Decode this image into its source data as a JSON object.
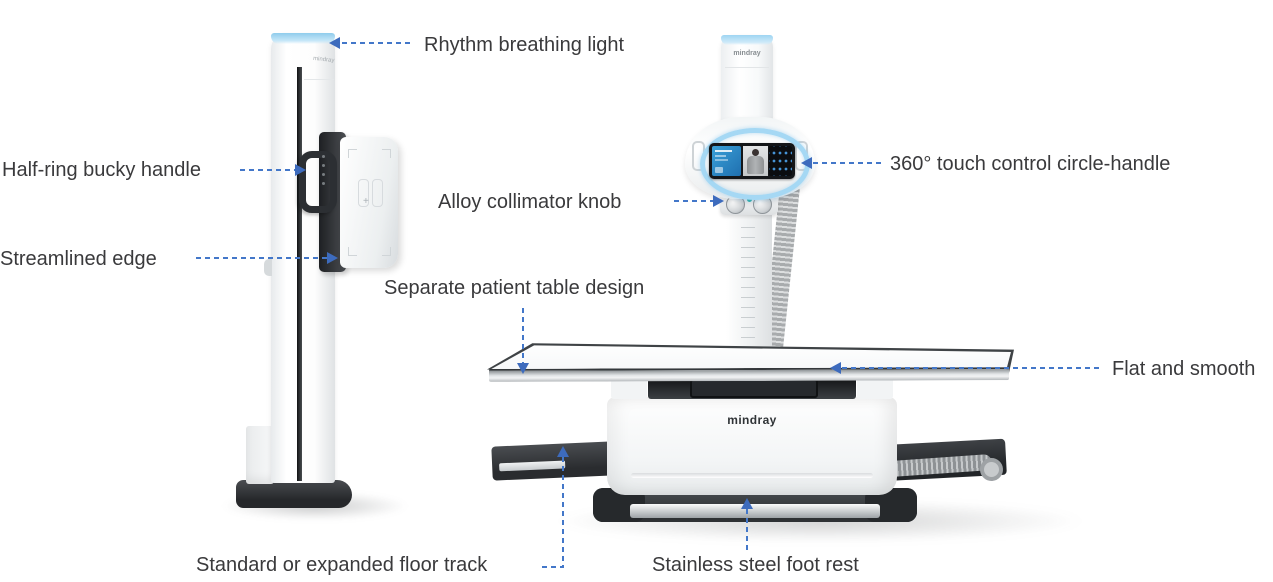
{
  "diagram": {
    "type": "product-feature-callout-diagram",
    "subject": "Mindray digital radiography X-ray system",
    "views": [
      "vertical-bucky-stand-side-view",
      "xray-tube-column-and-patient-table-front-view"
    ]
  },
  "brand": {
    "logo_text": "mindray"
  },
  "colors": {
    "background": "#ffffff",
    "callout_line_blue": "#4377c9",
    "callout_arrow_blue": "#3d6bbd",
    "label_text": "#3a3a3c",
    "accent_light_blue": "#a5d8f4",
    "machine_dark": "#2e3134",
    "teal_indicator": "#27b3ae"
  },
  "labels": [
    {
      "id": "rhythm-breathing-light",
      "text": "Rhythm breathing light"
    },
    {
      "id": "half-ring-bucky-handle",
      "text": "Half-ring bucky handle"
    },
    {
      "id": "streamlined-edge",
      "text": "Streamlined edge"
    },
    {
      "id": "alloy-collimator-knob",
      "text": "Alloy collimator knob"
    },
    {
      "id": "touch-control-circle-handle",
      "text": "360° touch control circle-handle"
    },
    {
      "id": "separate-patient-table",
      "text": "Separate patient table design"
    },
    {
      "id": "flat-and-smooth",
      "text": "Flat and smooth"
    },
    {
      "id": "floor-track",
      "text": "Standard or expanded floor track"
    },
    {
      "id": "foot-rest",
      "text": "Stainless steel foot rest"
    }
  ],
  "marks": {
    "detector_center": "+"
  }
}
